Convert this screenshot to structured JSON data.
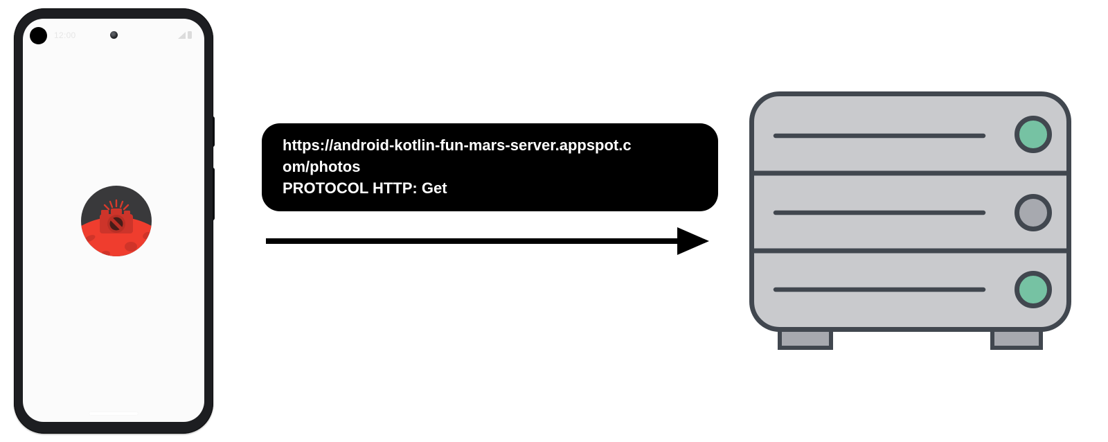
{
  "diagram": {
    "description": "Android app sending an HTTP GET request to a web server"
  },
  "phone": {
    "status_bar": {
      "time": "12:00",
      "icons": [
        "signal-icon",
        "battery-icon"
      ]
    },
    "app_icon": {
      "name": "mars-photos-app-icon",
      "depicts": "red camera with flash over red planet surface in dark circle"
    }
  },
  "request": {
    "lines": [
      "https://android-kotlin-fun-mars-server.appspot.c",
      "om/photos",
      "PROTOCOL HTTP: Get"
    ]
  },
  "arrow": {
    "direction": "right"
  },
  "server": {
    "rows": [
      {
        "led_color": "#76c2a3"
      },
      {
        "led_color": "#a7a9af"
      },
      {
        "led_color": "#76c2a3"
      }
    ]
  },
  "colors": {
    "bubble_bg": "#000000",
    "bubble_text": "#ffffff",
    "arrow_color": "#000000",
    "phone_frame": "#1d1e21",
    "screen_bg": "#fbfbfb",
    "icon_bg": "#39393b",
    "planet_red": "#ef3d2e",
    "camera_red": "#cd342a",
    "server_body": "#c9cacd",
    "server_stroke": "#41474f",
    "foot_gray": "#a7a9af"
  }
}
